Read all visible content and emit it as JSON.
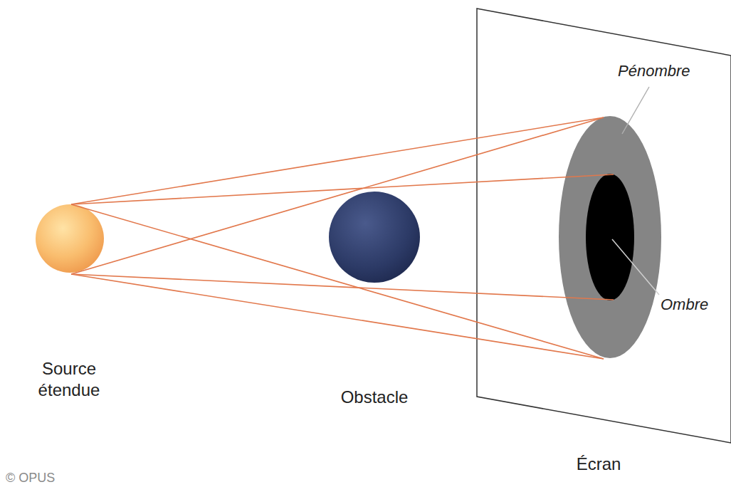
{
  "diagram": {
    "labels": [
      "Source étendue",
      "Obstacle",
      "Écran",
      "Pénombre",
      "Ombre",
      "© OPUS"
    ]
  }
}
